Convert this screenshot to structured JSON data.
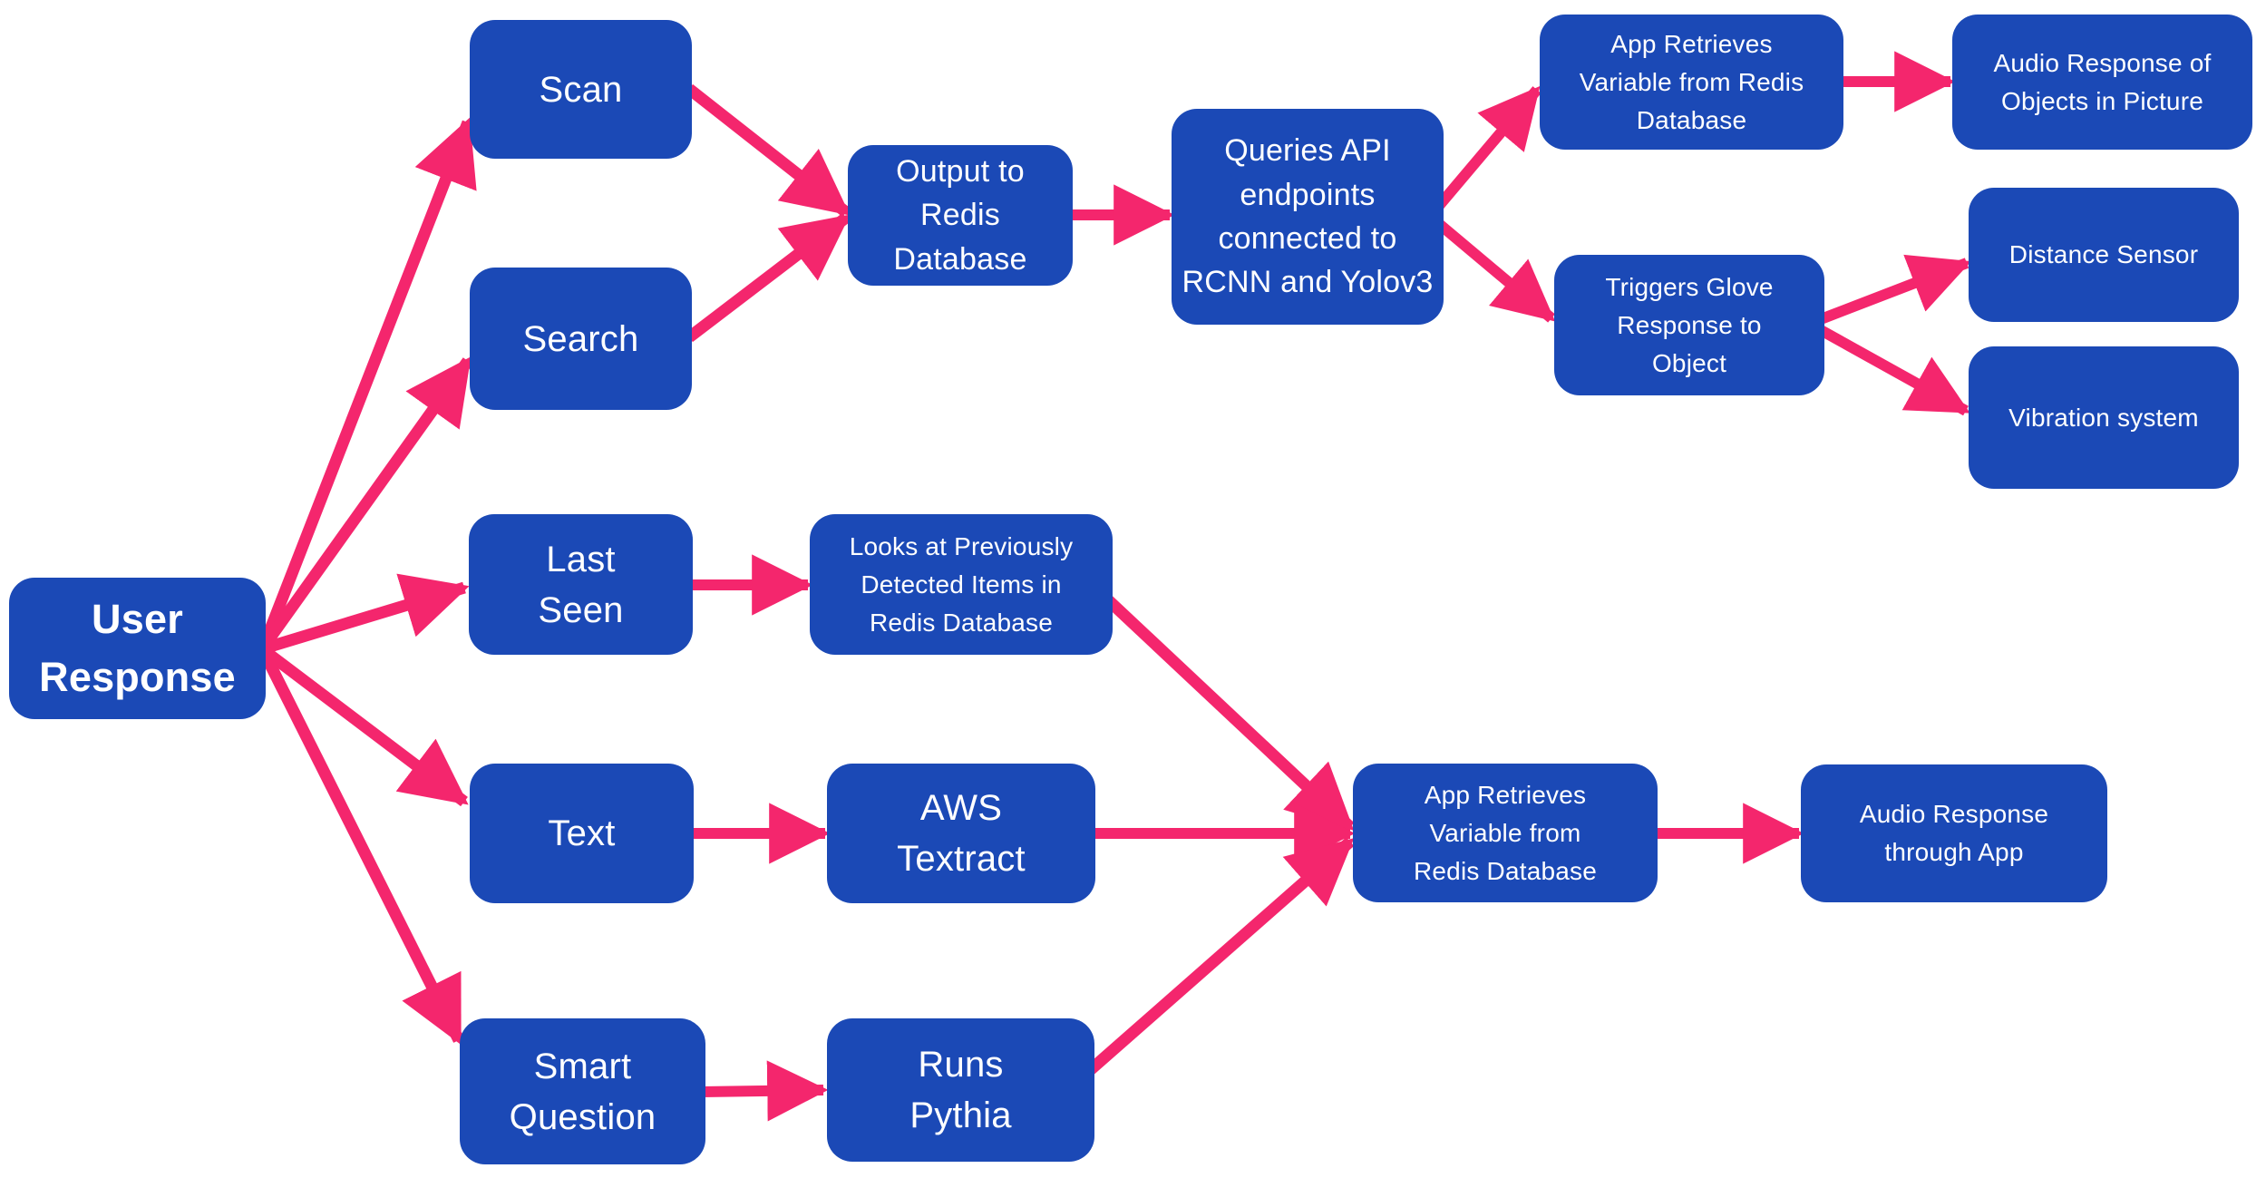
{
  "diagram": {
    "type": "flowchart",
    "colors": {
      "node_fill": "#1b49b6",
      "node_text": "#ffffff",
      "arrow": "#f4266d",
      "bg": "#ffffff"
    },
    "nodes": {
      "user_response": {
        "label": "User\nResponse"
      },
      "scan": {
        "label": "Scan"
      },
      "search": {
        "label": "Search"
      },
      "last_seen": {
        "label": "Last\nSeen"
      },
      "text": {
        "label": "Text"
      },
      "smart_question": {
        "label": "Smart\nQuestion"
      },
      "output_redis": {
        "label": "Output to\nRedis\nDatabase"
      },
      "looks_previous": {
        "label": "Looks at Previously\nDetected Items in\nRedis Database"
      },
      "aws_textract": {
        "label": "AWS\nTextract"
      },
      "runs_pythia": {
        "label": "Runs\nPythia"
      },
      "queries_api": {
        "label": "Queries API\nendpoints\nconnected to\nRCNN and Yolov3"
      },
      "app_retrieves_bottom": {
        "label": "App Retrieves\nVariable from\nRedis Database"
      },
      "app_retrieves_top": {
        "label": "App Retrieves\nVariable from Redis\nDatabase"
      },
      "triggers_glove": {
        "label": "Triggers Glove\nResponse to\nObject"
      },
      "audio_picture": {
        "label": "Audio Response of\nObjects in Picture"
      },
      "distance_sensor": {
        "label": "Distance Sensor"
      },
      "vibration_system": {
        "label": "Vibration system"
      },
      "audio_app": {
        "label": "Audio Response\nthrough App"
      }
    },
    "edges": [
      {
        "from": "user_response",
        "to": "scan"
      },
      {
        "from": "user_response",
        "to": "search"
      },
      {
        "from": "user_response",
        "to": "last_seen"
      },
      {
        "from": "user_response",
        "to": "text"
      },
      {
        "from": "user_response",
        "to": "smart_question"
      },
      {
        "from": "scan",
        "to": "output_redis"
      },
      {
        "from": "search",
        "to": "output_redis"
      },
      {
        "from": "output_redis",
        "to": "queries_api"
      },
      {
        "from": "queries_api",
        "to": "app_retrieves_top"
      },
      {
        "from": "queries_api",
        "to": "triggers_glove"
      },
      {
        "from": "app_retrieves_top",
        "to": "audio_picture"
      },
      {
        "from": "triggers_glove",
        "to": "distance_sensor"
      },
      {
        "from": "triggers_glove",
        "to": "vibration_system"
      },
      {
        "from": "last_seen",
        "to": "looks_previous"
      },
      {
        "from": "looks_previous",
        "to": "app_retrieves_bottom"
      },
      {
        "from": "text",
        "to": "aws_textract"
      },
      {
        "from": "aws_textract",
        "to": "app_retrieves_bottom"
      },
      {
        "from": "smart_question",
        "to": "runs_pythia"
      },
      {
        "from": "runs_pythia",
        "to": "app_retrieves_bottom"
      },
      {
        "from": "app_retrieves_bottom",
        "to": "audio_app"
      }
    ]
  }
}
